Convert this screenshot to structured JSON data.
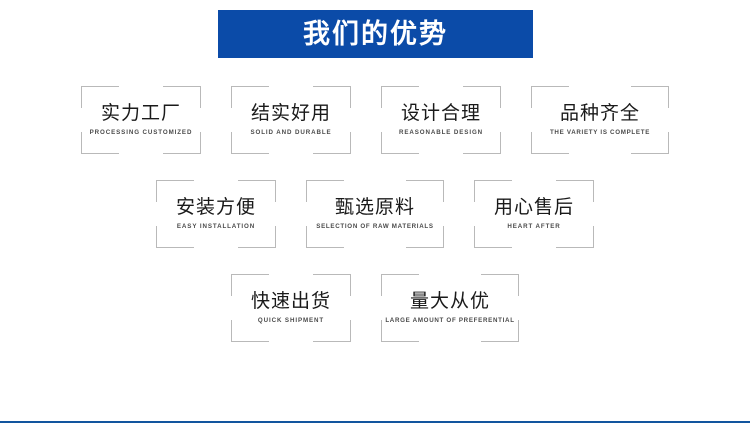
{
  "header": {
    "title": "我们的优势",
    "background_color": "#0b4ba8",
    "text_color": "#ffffff"
  },
  "theme": {
    "accent_blue": "#0b4ba8",
    "rule_blue": "#12559e",
    "card_border": "#b9b9b9",
    "cn_text": "#1a1a1a",
    "en_text": "#4a4a4a",
    "page_background": "#ffffff"
  },
  "features": {
    "rows": [
      {
        "items": [
          {
            "cn": "实力工厂",
            "en": "PROCESSING CUSTOMIZED"
          },
          {
            "cn": "结实好用",
            "en": "SOLID AND DURABLE"
          },
          {
            "cn": "设计合理",
            "en": "REASONABLE DESIGN"
          },
          {
            "cn": "品种齐全",
            "en": "THE VARIETY IS COMPLETE"
          }
        ]
      },
      {
        "items": [
          {
            "cn": "安装方便",
            "en": "EASY INSTALLATION"
          },
          {
            "cn": "甄选原料",
            "en": "SELECTION OF RAW MATERIALS"
          },
          {
            "cn": "用心售后",
            "en": "HEART AFTER"
          }
        ]
      },
      {
        "items": [
          {
            "cn": "快速出货",
            "en": "QUICK SHIPMENT"
          },
          {
            "cn": "量大从优",
            "en": "LARGE AMOUNT OF PREFERENTIAL"
          }
        ]
      }
    ]
  }
}
